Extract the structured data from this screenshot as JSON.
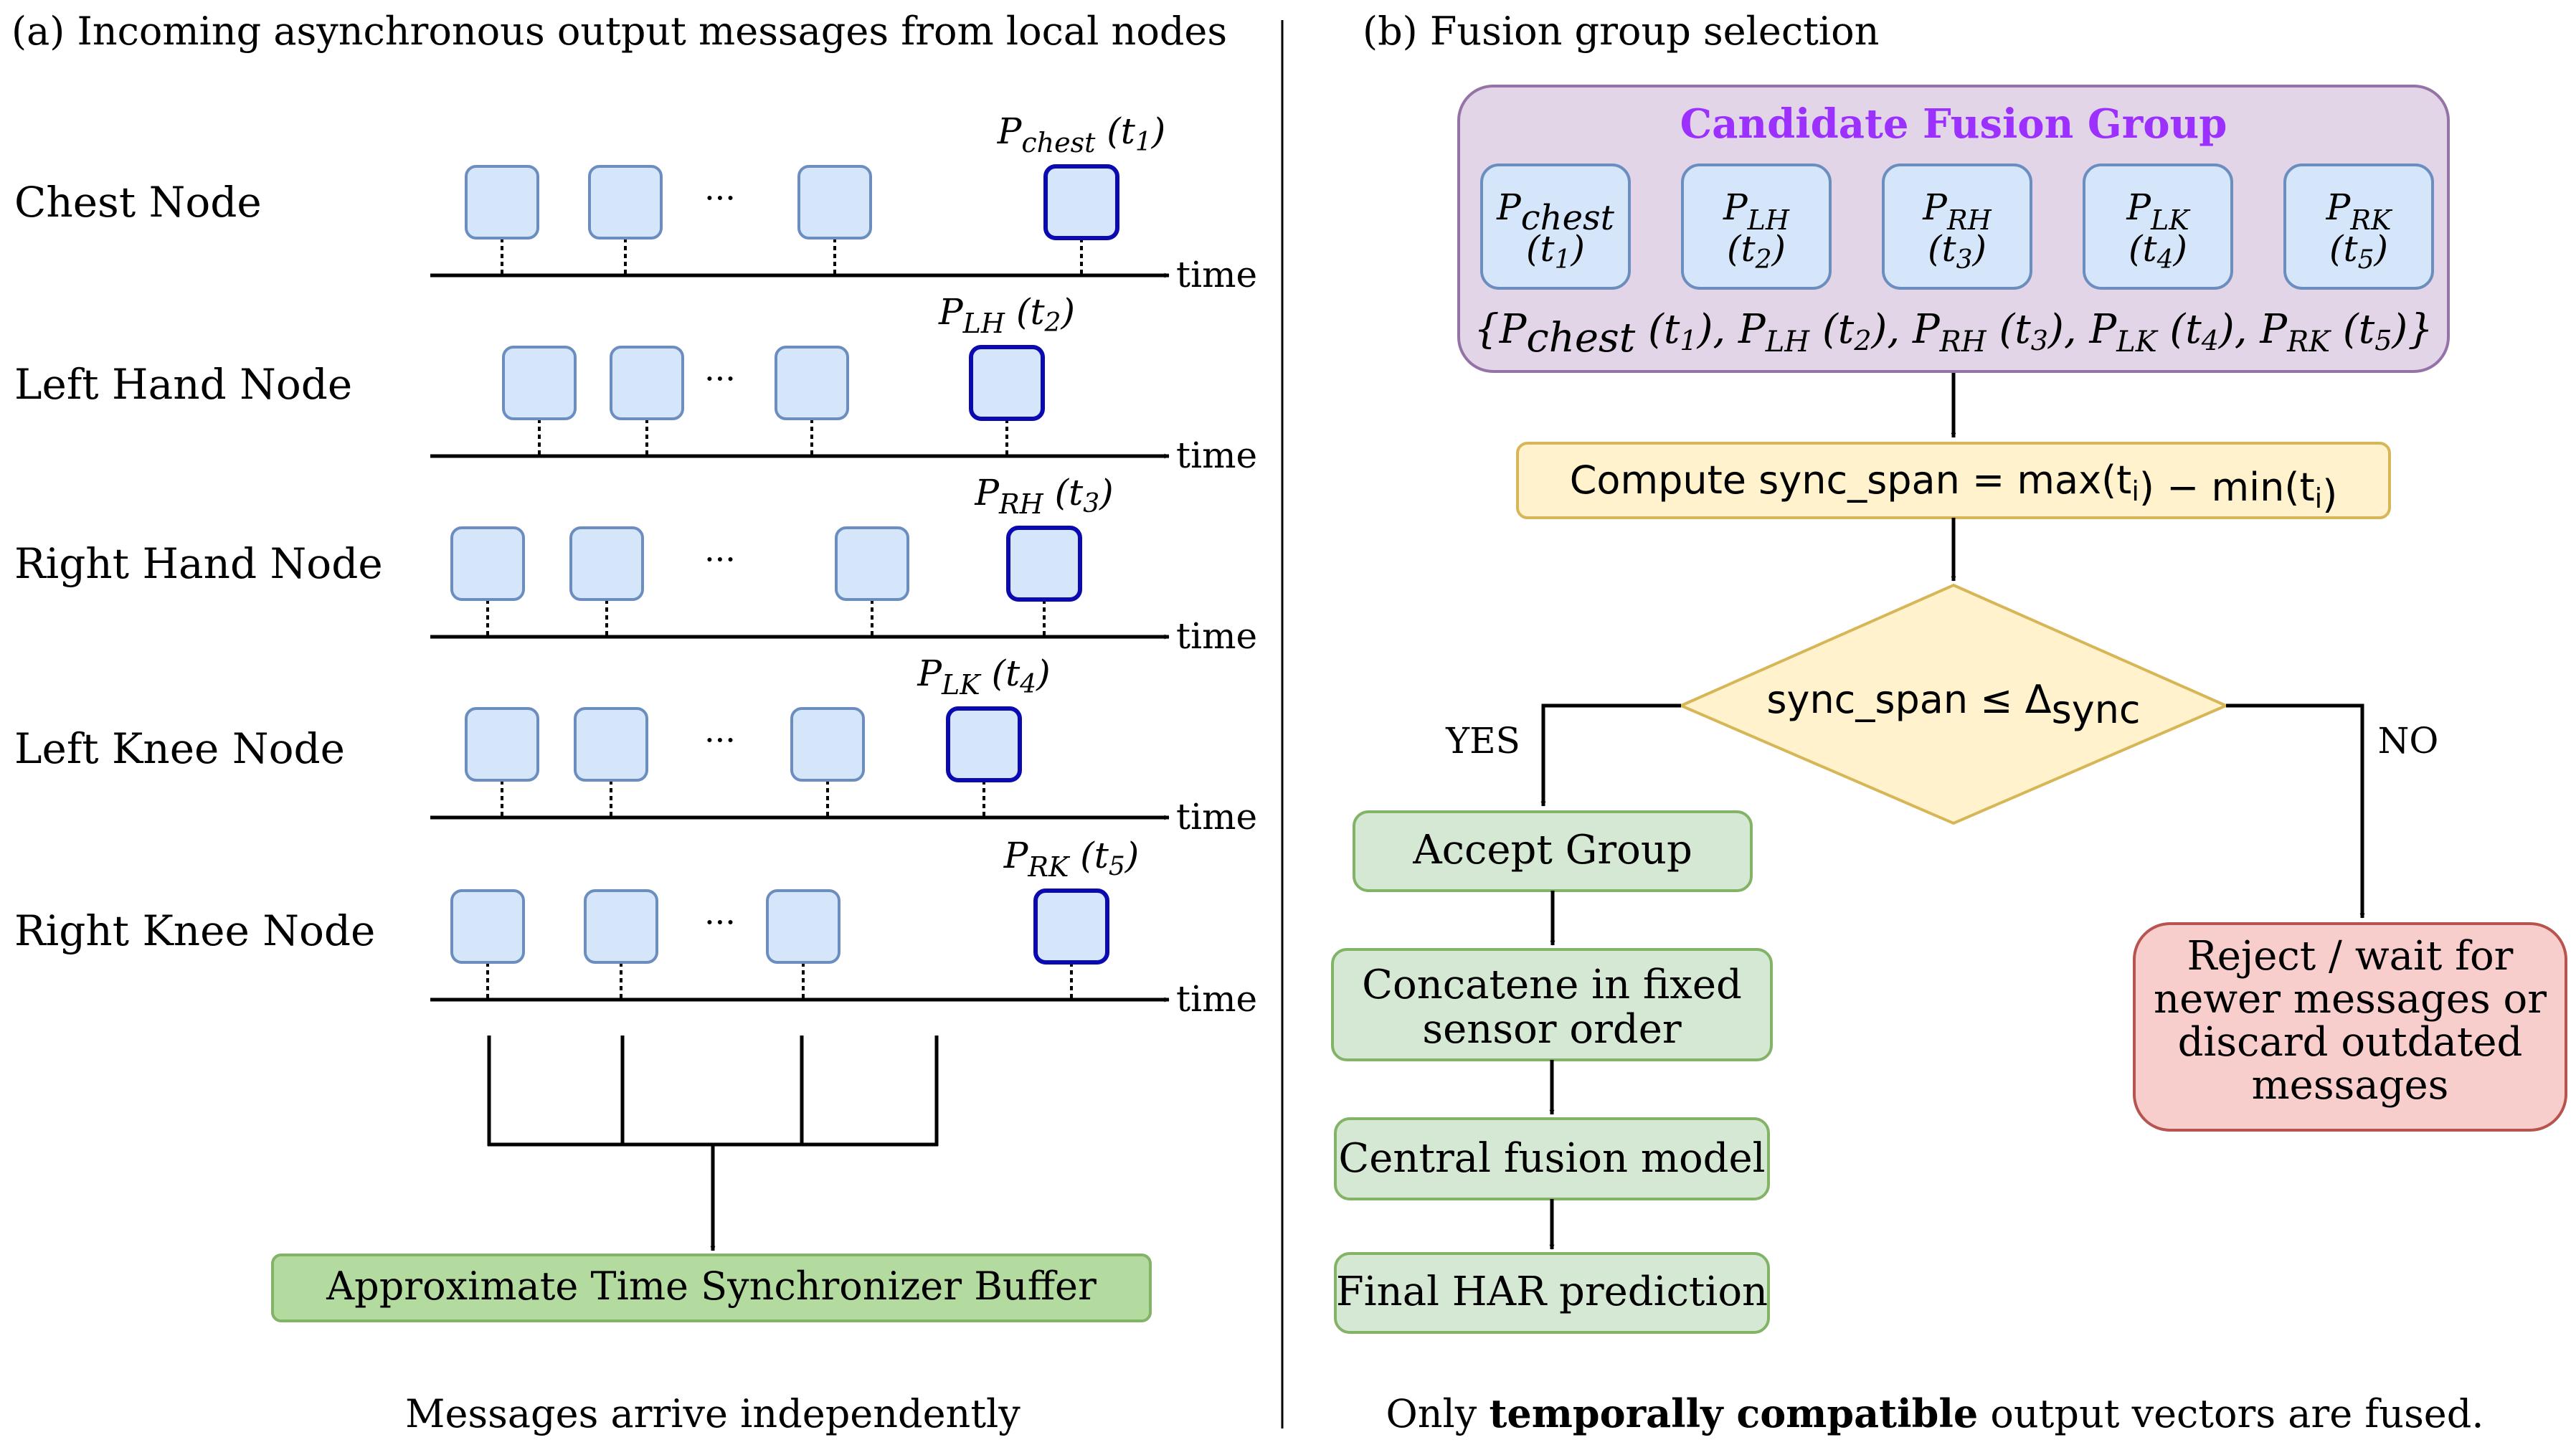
{
  "left_panel": {
    "title": "(a) Incoming asynchronous output messages from local nodes",
    "ellipsis": "···",
    "time_label": "time",
    "nodes": [
      {
        "name": "Chest Node",
        "sub": "chest",
        "t": "1"
      },
      {
        "name": "Left Hand Node",
        "sub": "LH",
        "t": "2"
      },
      {
        "name": "Right Hand Node",
        "sub": "RH",
        "t": "3"
      },
      {
        "name": "Left Knee Node",
        "sub": "LK",
        "t": "4"
      },
      {
        "name": "Right Knee Node",
        "sub": "RK",
        "t": "5"
      }
    ],
    "buffer_label": "Approximate Time Synchronizer Buffer",
    "caption": "Messages arrive independently"
  },
  "right_panel": {
    "title": "(b) Fusion group selection",
    "candidate_title": "Candidate Fusion Group",
    "candidate_set": "{P_chest(t_1), P_LH(t_2), P_RH(t_3), P_LK(t_4), P_RK(t_5)}",
    "compute_label": "Compute sync_span = max(t_i) − min(t_i)",
    "decision_label": "sync_span ≤ Δ_sync",
    "yes_label": "YES",
    "no_label": "NO",
    "accept_label": "Accept Group",
    "concat_label_lines": [
      "Concatene in fixed",
      "sensor order"
    ],
    "central_label": "Central fusion model",
    "final_label": "Final HAR prediction",
    "reject_label_lines": [
      "Reject / wait for",
      "newer messages or",
      "discard outdated",
      "messages"
    ],
    "caption_pre": "Only ",
    "caption_bold": "temporally compatible",
    "caption_post": " output vectors are fused."
  },
  "colors": {
    "msg_fill": "#d6e6fa",
    "msg_stroke": "#6c8ebf",
    "latest_stroke": "#0a0ab0",
    "buffer_fill": "#b3dba0",
    "buffer_stroke": "#82b366",
    "candidate_fill": "#e1d5e7",
    "candidate_stroke": "#9673a6",
    "candidate_title": "#9b30ff",
    "compute_fill": "#fff2cc",
    "compute_stroke": "#d6b656",
    "green_fill": "#d5e8d4",
    "green_stroke": "#82b366",
    "red_fill": "#f8cecc",
    "red_stroke": "#b85450"
  }
}
